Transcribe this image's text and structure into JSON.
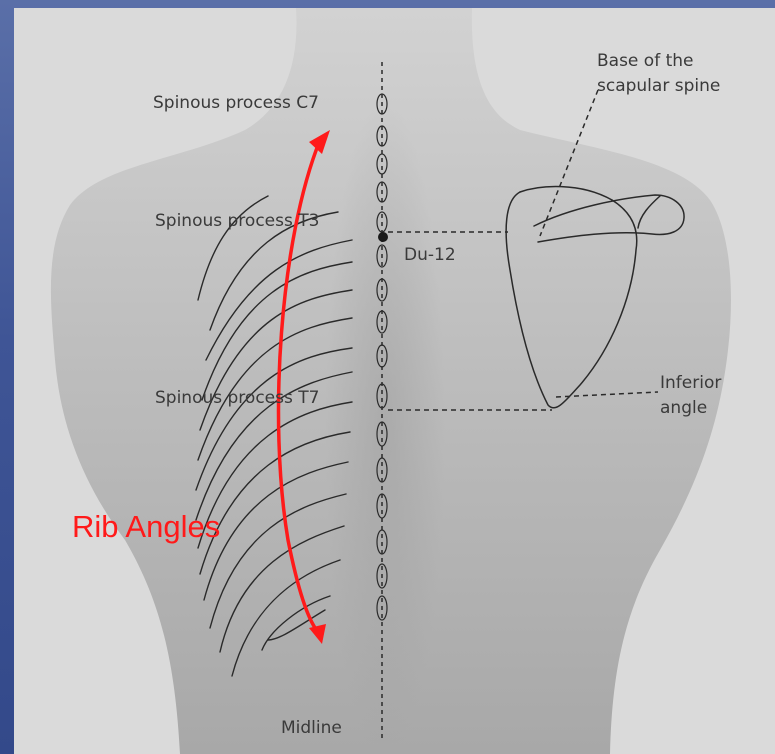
{
  "labels": {
    "c7": "Spinous process C7",
    "t3": "Spinous process T3",
    "t7": "Spinous process T7",
    "du12": "Du-12",
    "scapular_spine_line1": "Base of the",
    "scapular_spine_line2": "scapular spine",
    "inferior_line1": "Inferior",
    "inferior_line2": "angle",
    "midline": "Midline",
    "rib_angles": "Rib Angles"
  },
  "colors": {
    "frame_blue": "#3f5596",
    "body_gray": "#b4b4b4",
    "line_dark": "#2a2a2a",
    "arrow_red": "#ff1a1a"
  }
}
